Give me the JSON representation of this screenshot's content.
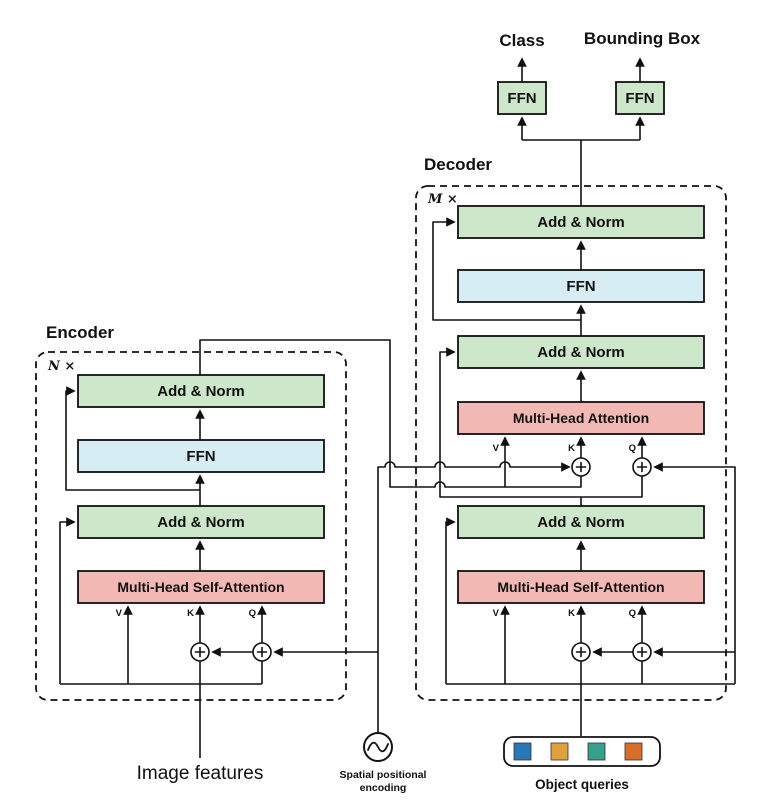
{
  "outputs": {
    "class_label": "Class",
    "bbox_label": "Bounding Box",
    "ffn_class": "FFN",
    "ffn_bbox": "FFN"
  },
  "decoder": {
    "title": "Decoder",
    "repeat_label": "M ×",
    "add_norm_top": "Add & Norm",
    "ffn": "FFN",
    "add_norm_mid": "Add & Norm",
    "mha": "Multi-Head Attention",
    "add_norm_bottom": "Add & Norm",
    "mhsa": "Multi-Head Self-Attention",
    "mha_v": "V",
    "mha_k": "K",
    "mha_q": "Q",
    "mhsa_v": "V",
    "mhsa_k": "K",
    "mhsa_q": "Q"
  },
  "encoder": {
    "title": "Encoder",
    "repeat_label": "N ×",
    "add_norm_top": "Add & Norm",
    "ffn": "FFN",
    "add_norm_bottom": "Add & Norm",
    "mhsa": "Multi-Head Self-Attention",
    "v": "V",
    "k": "K",
    "q": "Q"
  },
  "inputs": {
    "image_features": "Image features",
    "spatial_pos_line1": "Spatial positional",
    "spatial_pos_line2": "encoding",
    "object_queries": "Object queries"
  },
  "icons": {
    "positional_encoding": "sine-wave-icon",
    "add": "plus-icon"
  },
  "colors": {
    "add_norm_fill": "#cde7cb",
    "ffn_fill": "#d5edf3",
    "attention_fill": "#f1b8b4",
    "wire": "#111111",
    "query_1": "#2878b5",
    "query_2": "#dfa23a",
    "query_3": "#35a18d",
    "query_4": "#d96e28"
  }
}
